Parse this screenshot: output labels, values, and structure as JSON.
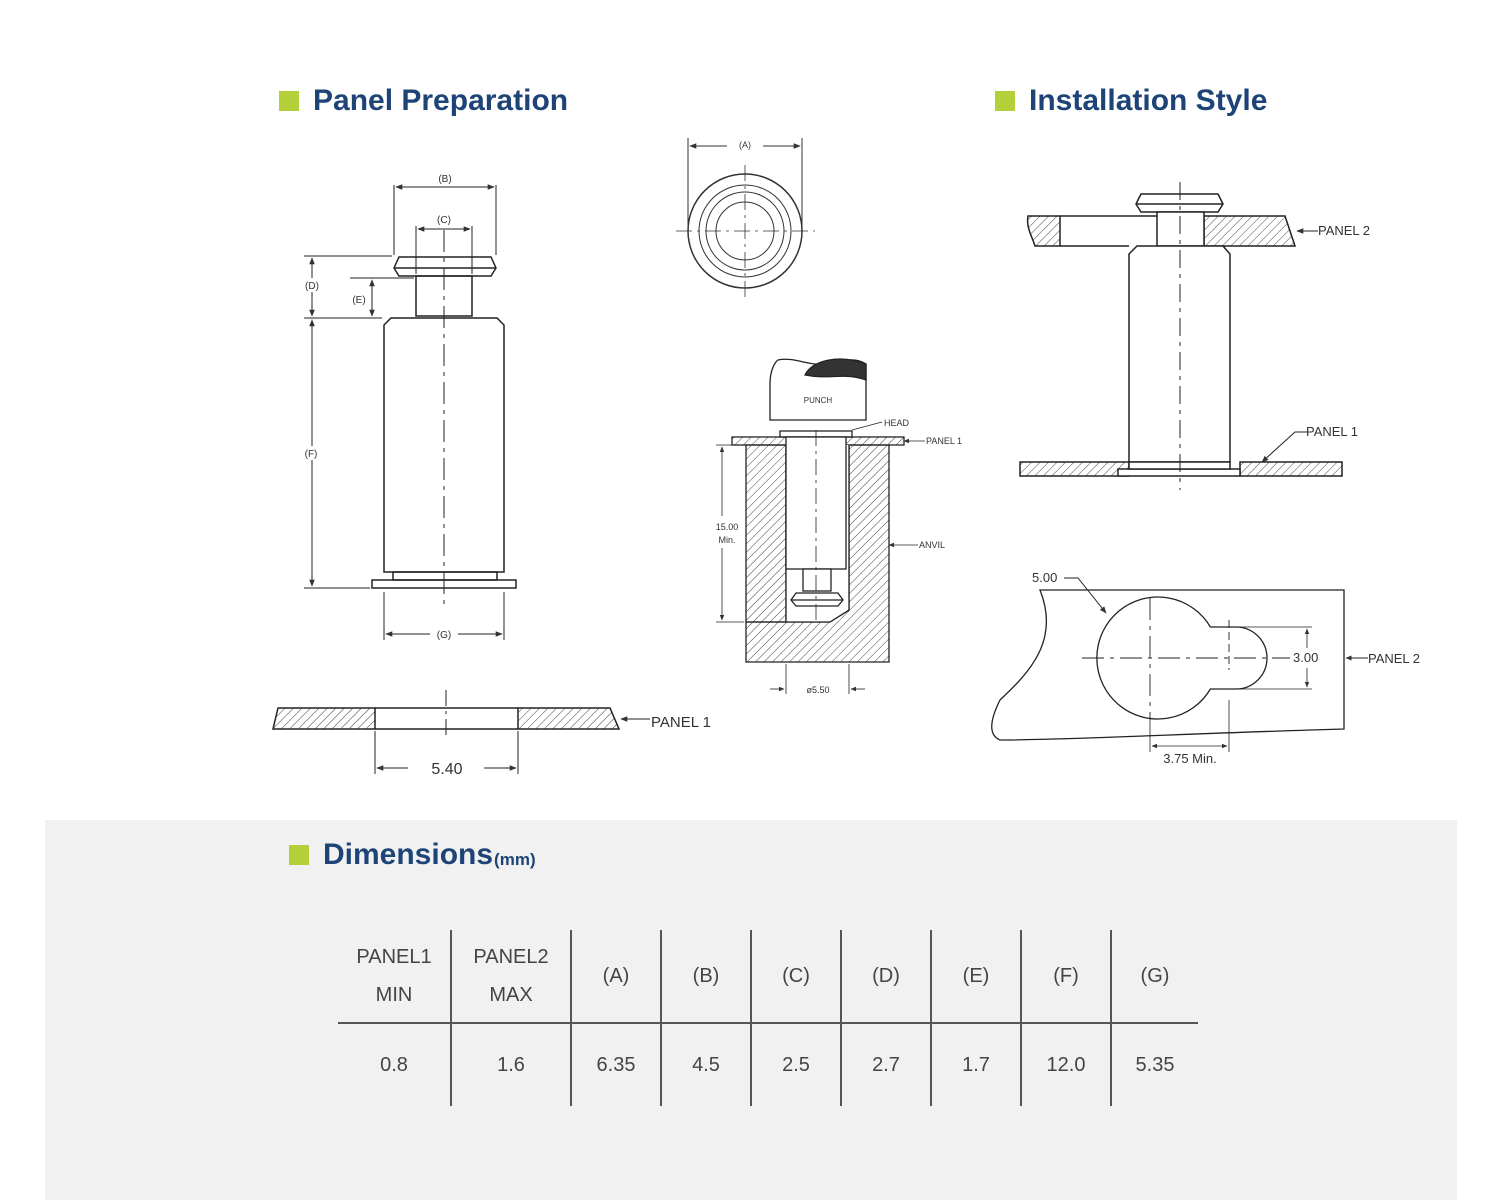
{
  "sections": {
    "panel_prep": "Panel Preparation",
    "install": "Installation Style",
    "dimensions": "Dimensions",
    "dimensions_unit": "(mm)"
  },
  "colors": {
    "accent": "#b3cf3a",
    "title": "#1e4477",
    "band": "#f1f1f1"
  },
  "labels": {
    "A": "(A)",
    "B": "(B)",
    "C": "(C)",
    "D": "(D)",
    "E": "(E)",
    "F": "(F)",
    "G": "(G)",
    "punch": "PUNCH",
    "head": "HEAD",
    "anvil": "ANVIL",
    "panel1": "PANEL 1",
    "panel2": "PANEL 2",
    "min_depth": "15.00",
    "min_word": "Min.",
    "anvil_hole": "ø5.50",
    "hole_dia": "5.40",
    "slot_dia": "5.00",
    "slot_width": "3.00",
    "slot_length": "3.75 Min."
  },
  "table": {
    "headers": [
      [
        "PANEL1",
        "MIN"
      ],
      [
        "PANEL2",
        "MAX"
      ],
      [
        "(A)"
      ],
      [
        "(B)"
      ],
      [
        "(C)"
      ],
      [
        "(D)"
      ],
      [
        "(E)"
      ],
      [
        "(F)"
      ],
      [
        "(G)"
      ]
    ],
    "rows": [
      [
        "0.8",
        "1.6",
        "6.35",
        "4.5",
        "2.5",
        "2.7",
        "1.7",
        "12.0",
        "5.35"
      ]
    ]
  }
}
